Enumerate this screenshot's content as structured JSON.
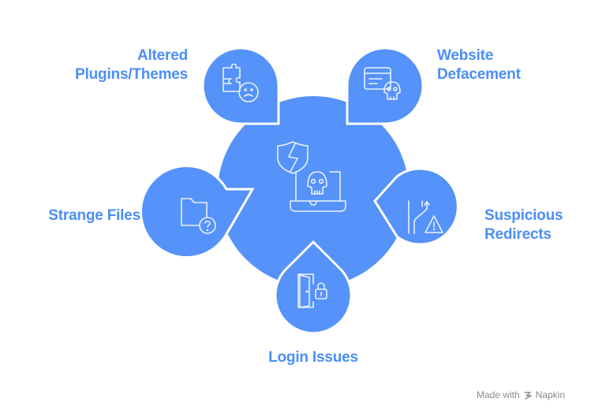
{
  "colors": {
    "bubble_fill": "#5592F9",
    "icon_stroke": "#EAF2FF",
    "label_text": "#4B8EF5",
    "watermark_text": "#8A8A8A"
  },
  "center": {
    "icons": [
      "shield-broken-icon",
      "laptop-skull-icon"
    ]
  },
  "items": {
    "altered": {
      "lines": [
        "Altered",
        "Plugins/Themes"
      ],
      "icon": "puzzle-sad-face-icon"
    },
    "defacement": {
      "lines": [
        "Website",
        "Defacement"
      ],
      "icon": "webpage-skull-icon"
    },
    "strange": {
      "lines": [
        "Strange Files"
      ],
      "icon": "folder-question-icon"
    },
    "redirects": {
      "lines": [
        "Suspicious",
        "Redirects"
      ],
      "icon": "road-warning-icon"
    },
    "login": {
      "lines": [
        "Login Issues"
      ],
      "icon": "door-lock-icon"
    }
  },
  "watermark": {
    "prefix": "Made with",
    "brand": "Napkin",
    "icon": "napkin-logo-icon"
  }
}
